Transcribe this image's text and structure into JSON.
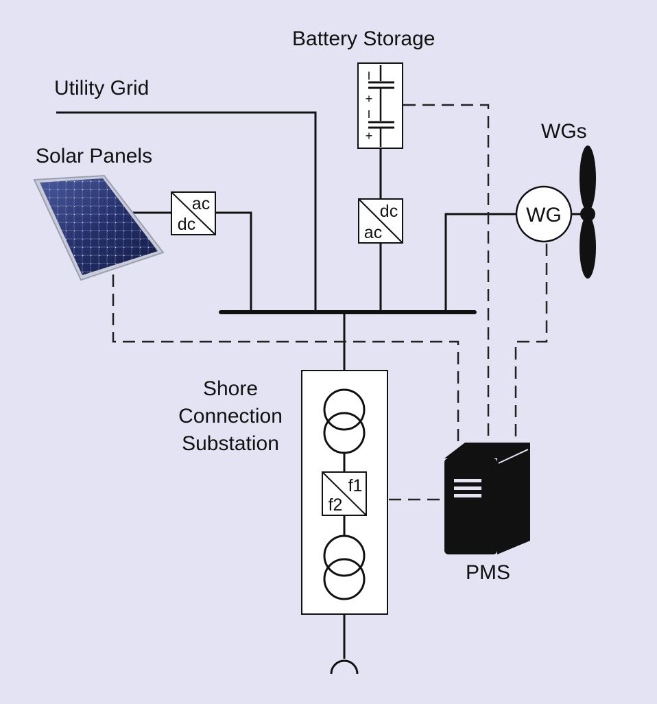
{
  "labels": {
    "battery_storage": "Battery Storage",
    "utility_grid": "Utility Grid",
    "wgs": "WGs",
    "solar_panels": "Solar Panels",
    "shore_line1": "Shore",
    "shore_line2": "Connection",
    "shore_line3": "Substation",
    "pms": "PMS"
  },
  "converters": {
    "solar": {
      "top": "ac",
      "bottom": "dc"
    },
    "battery": {
      "top": "dc",
      "bottom": "ac"
    },
    "frequency": {
      "top": "f1",
      "bottom": "f2"
    }
  },
  "wind_generator": {
    "label": "WG"
  },
  "battery_symbols": {
    "minus": "I",
    "plus": "+"
  },
  "colors": {
    "background": "#e4e3f3",
    "line": "#111111",
    "box_fill": "#ffffff",
    "solar_cell": "#2a3a78",
    "solar_frame": "#c9ccd6",
    "pms": "#111111"
  }
}
